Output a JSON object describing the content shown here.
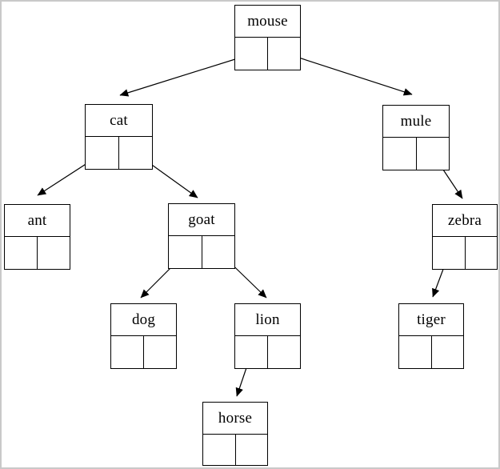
{
  "figure": {
    "kind": "binary-tree-node-diagram",
    "background_color": "#ffffff",
    "frame_border_color": "#c9c9c9",
    "line_color": "#000000",
    "text_color": "#000000"
  },
  "nodes": {
    "mouse": "mouse",
    "cat": "cat",
    "mule": "mule",
    "ant": "ant",
    "goat": "goat",
    "zebra": "zebra",
    "dog": "dog",
    "lion": "lion",
    "tiger": "tiger",
    "horse": "horse"
  },
  "tree": {
    "root": "mouse",
    "edges": [
      {
        "from": "mouse",
        "pointer": "left",
        "to": "cat"
      },
      {
        "from": "mouse",
        "pointer": "right",
        "to": "mule"
      },
      {
        "from": "cat",
        "pointer": "left",
        "to": "ant"
      },
      {
        "from": "cat",
        "pointer": "right",
        "to": "goat"
      },
      {
        "from": "goat",
        "pointer": "left",
        "to": "dog"
      },
      {
        "from": "goat",
        "pointer": "right",
        "to": "lion"
      },
      {
        "from": "lion",
        "pointer": "left",
        "to": "horse"
      },
      {
        "from": "mule",
        "pointer": "right",
        "to": "zebra"
      },
      {
        "from": "zebra",
        "pointer": "left",
        "to": "tiger"
      }
    ],
    "null_pointers": [
      "mule.left",
      "ant.left",
      "ant.right",
      "zebra.right",
      "dog.left",
      "dog.right",
      "lion.right",
      "tiger.left",
      "tiger.right",
      "horse.left",
      "horse.right"
    ]
  }
}
